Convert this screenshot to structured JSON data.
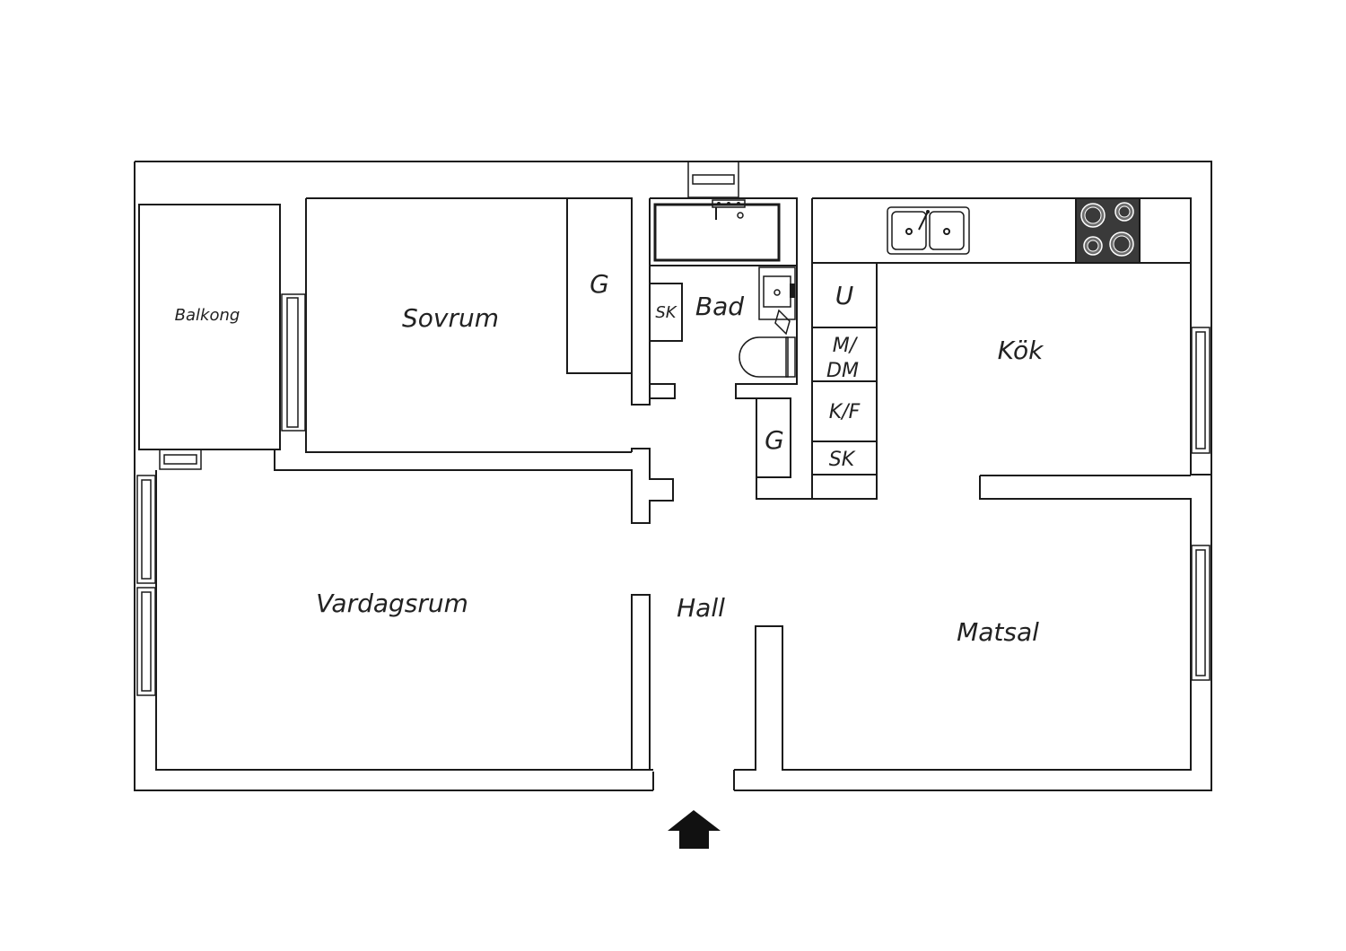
{
  "rooms": {
    "balkong": "Balkong",
    "sovrum": "Sovrum",
    "bad": "Bad",
    "kok": "Kök",
    "vardagsrum": "Vardagsrum",
    "hall": "Hall",
    "matsal": "Matsal"
  },
  "storage": {
    "g_bedroom": "G",
    "sk_bath": "SK",
    "g_hall": "G",
    "u": "U",
    "m_dm_line1": "M/",
    "m_dm_line2": "DM",
    "kf": "K/F",
    "sk_kitchen": "SK"
  },
  "icons": {
    "entrance": "entrance-arrow-icon",
    "stove": "stove-icon",
    "sink": "sink-icon",
    "bathtub": "bathtub-icon",
    "toilet": "toilet-icon"
  },
  "colors": {
    "line": "#1a1a1a",
    "stove": "#3a3a3a",
    "background": "#ffffff"
  }
}
